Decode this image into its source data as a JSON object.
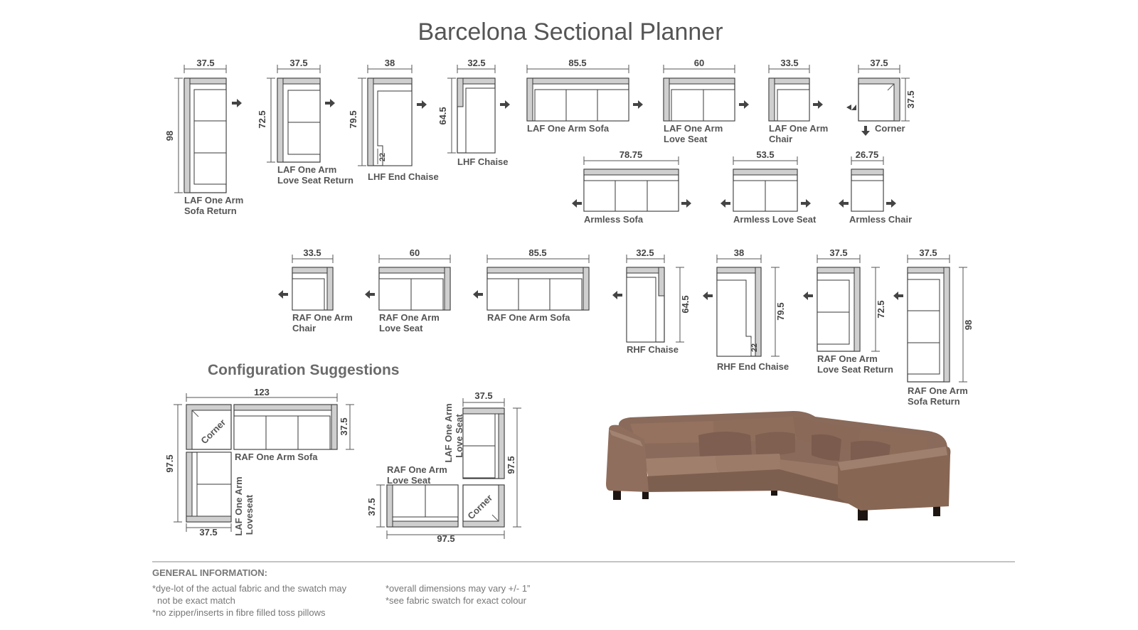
{
  "title": "Barcelona Sectional Planner",
  "config_title": "Configuration Suggestions",
  "pieces": {
    "laf_sofa_return": {
      "label_l1": "LAF One Arm",
      "label_l2": "Sofa Return",
      "width": "37.5",
      "depth": "98"
    },
    "laf_loveseat_return": {
      "label_l1": "LAF One Arm",
      "label_l2": "Love Seat Return",
      "width": "37.5",
      "depth": "72.5"
    },
    "lhf_end_chaise": {
      "label": "LHF End Chaise",
      "width": "38",
      "depth": "79.5",
      "inner": "22"
    },
    "lhf_chaise": {
      "label": "LHF Chaise",
      "width": "32.5",
      "depth": "64.5"
    },
    "laf_sofa": {
      "label": "LAF One Arm Sofa",
      "width": "85.5"
    },
    "laf_loveseat": {
      "label_l1": "LAF One Arm",
      "label_l2": "Love Seat",
      "width": "60"
    },
    "laf_chair": {
      "label_l1": "LAF One Arm",
      "label_l2": "Chair",
      "width": "33.5"
    },
    "corner": {
      "label": "Corner",
      "width": "37.5",
      "depth": "37.5"
    },
    "armless_sofa": {
      "label": "Armless Sofa",
      "width": "78.75"
    },
    "armless_loveseat": {
      "label": "Armless Love Seat",
      "width": "53.5"
    },
    "armless_chair": {
      "label": "Armless Chair",
      "width": "26.75"
    },
    "raf_chair": {
      "label_l1": "RAF One Arm",
      "label_l2": "Chair",
      "width": "33.5"
    },
    "raf_loveseat": {
      "label_l1": "RAF One Arm",
      "label_l2": "Love Seat",
      "width": "60"
    },
    "raf_sofa": {
      "label": "RAF One Arm Sofa",
      "width": "85.5"
    },
    "rhf_chaise": {
      "label": "RHF Chaise",
      "width": "32.5",
      "depth": "64.5"
    },
    "rhf_end_chaise": {
      "label": "RHF End Chaise",
      "width": "38",
      "depth": "79.5",
      "inner": "22"
    },
    "raf_loveseat_return": {
      "label_l1": "RAF One Arm",
      "label_l2": "Love Seat Return",
      "width": "37.5",
      "depth": "72.5"
    },
    "raf_sofa_return": {
      "label_l1": "RAF One Arm",
      "label_l2": "Sofa Return",
      "width": "37.5",
      "depth": "98"
    }
  },
  "config1": {
    "corner": "Corner",
    "sofa": "RAF One Arm Sofa",
    "loveseat_l1": "LAF One Arm",
    "loveseat_l2": "Loveseat",
    "width": "123",
    "depth_right": "37.5",
    "height_left": "97.5",
    "width_bottom": "37.5"
  },
  "config2": {
    "corner": "Corner",
    "loveseat_top_l1": "LAF One Arm",
    "loveseat_top_l2": "Love Seat",
    "loveseat_l1": "RAF One Arm",
    "loveseat_l2": "Love Seat",
    "width_top": "37.5",
    "height_right": "97.5",
    "height_left": "37.5",
    "width_bottom": "97.5"
  },
  "general_info": {
    "heading": "GENERAL INFORMATION:",
    "note1_l1": "*dye-lot of the actual fabric and the swatch may",
    "note1_l2": "not be exact match",
    "note2": "*no zipper/inserts in fibre filled toss pillows",
    "note3": "*overall dimensions may vary +/- 1”",
    "note4": "*see fabric swatch for exact colour"
  },
  "colors": {
    "sofa_fabric": "#8c6a5a",
    "back_fill": "#cfcfcf",
    "text": "#555555"
  }
}
